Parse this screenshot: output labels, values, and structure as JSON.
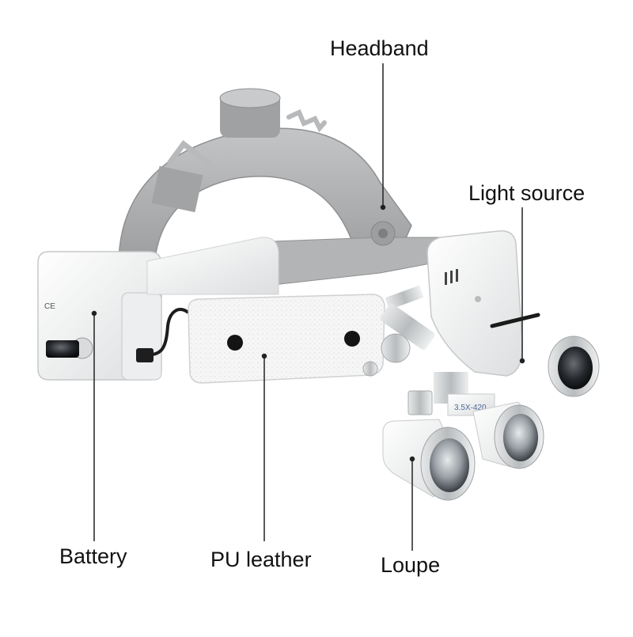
{
  "labels": {
    "headband": "Headband",
    "light_source": "Light source",
    "battery": "Battery",
    "pu_leather": "PU leather",
    "loupe": "Loupe"
  },
  "product_marks": {
    "ce_mark": "CE",
    "magnification": "3.5X-420"
  },
  "colors": {
    "headband_gray": "#a9aaab",
    "housing_white": "#f2f3f4",
    "leather_white": "#f6f6f6",
    "metal_silver": "#c9ccce",
    "rivet_black": "#151515",
    "leader_line": "#222222"
  }
}
